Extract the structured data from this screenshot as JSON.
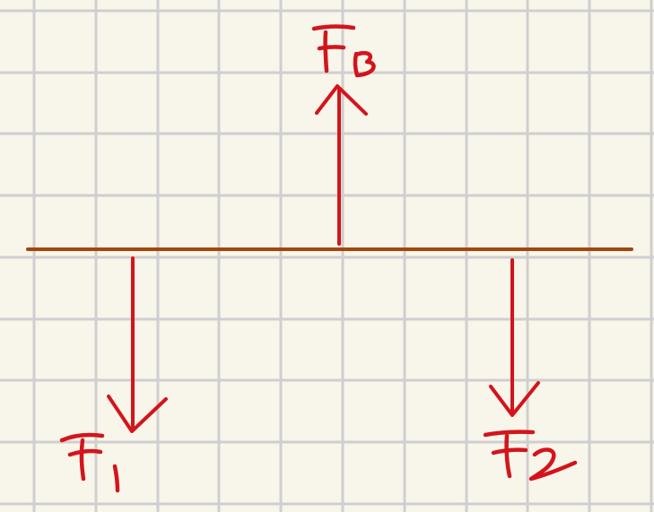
{
  "diagram": {
    "background_color": "#f8f6ea",
    "grid_color": "#cfcfcf",
    "beam_color": "#a2470f",
    "force_color": "#d4141c",
    "forces": [
      {
        "label": "FB",
        "direction": "up"
      },
      {
        "label": "F1",
        "direction": "down"
      },
      {
        "label": "F2",
        "direction": "down"
      }
    ]
  }
}
